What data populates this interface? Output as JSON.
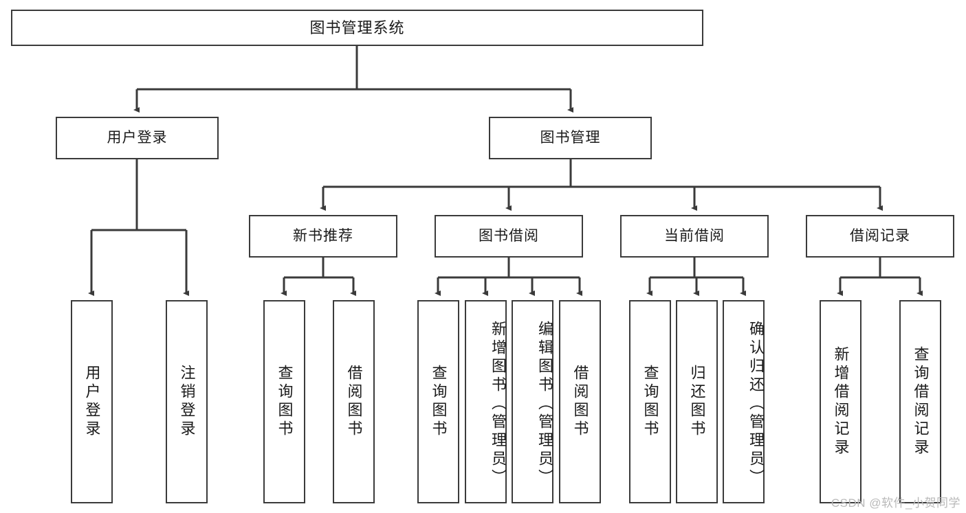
{
  "diagram": {
    "type": "tree-hierarchy",
    "title": "图书管理系统",
    "watermark": "CSDN @软件_小贺同学",
    "colors": {
      "box_border": "#3a3a3a",
      "box_fill": "#ffffff",
      "connector": "#3a3a3a",
      "text": "#1a1a1a",
      "watermark": "#b9b9b9"
    },
    "nodes": {
      "root": {
        "label": "图书管理系统"
      },
      "level2": [
        {
          "label": "用户登录"
        },
        {
          "label": "图书管理"
        }
      ],
      "level3": [
        {
          "label": "新书推荐"
        },
        {
          "label": "图书借阅"
        },
        {
          "label": "当前借阅"
        },
        {
          "label": "借阅记录"
        }
      ],
      "leaves": {
        "user_login": [
          {
            "label": "用户登录"
          },
          {
            "label": "注销登录"
          }
        ],
        "new_book_recommend": [
          {
            "label": "查询图书"
          },
          {
            "label": "借阅图书"
          }
        ],
        "book_borrow": [
          {
            "label": "查询图书"
          },
          {
            "label": "新增图书（管理员）"
          },
          {
            "label": "编辑图书（管理员）"
          },
          {
            "label": "借阅图书"
          }
        ],
        "current_borrow": [
          {
            "label": "查询图书"
          },
          {
            "label": "归还图书"
          },
          {
            "label": "确认归还（管理员）"
          }
        ],
        "borrow_record": [
          {
            "label": "新增借阅记录"
          },
          {
            "label": "查询借阅记录"
          }
        ]
      }
    }
  }
}
